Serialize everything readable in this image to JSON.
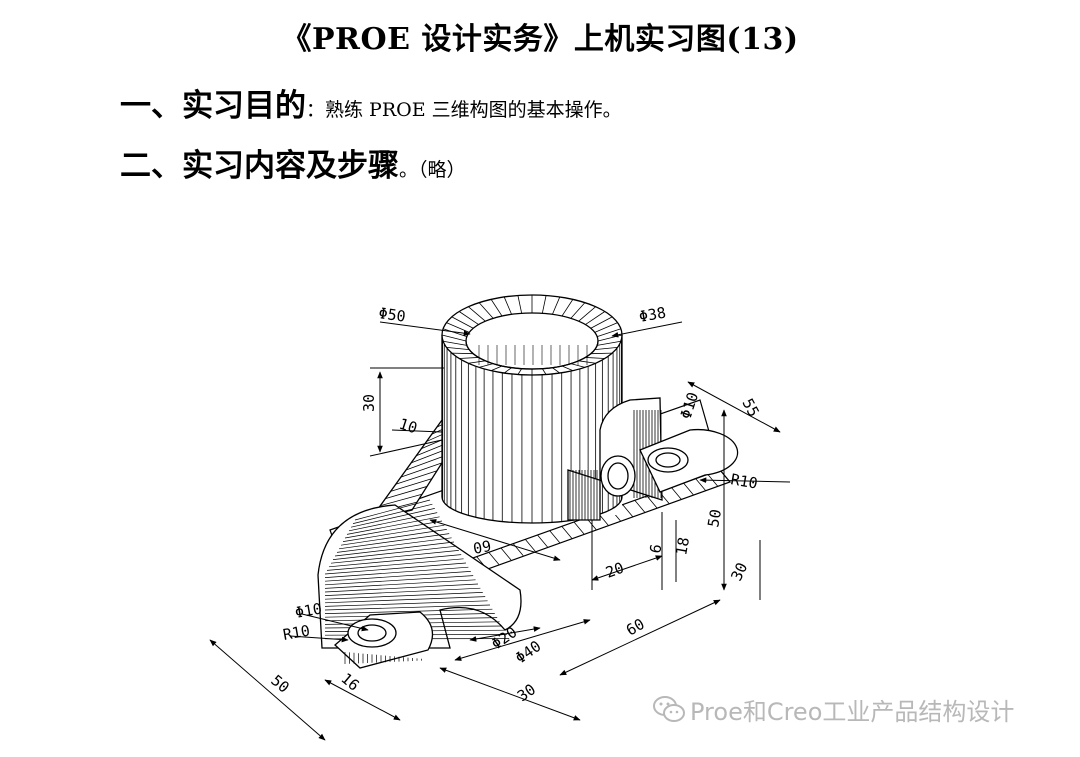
{
  "document": {
    "title": "《PROE 设计实务》上机实习图(13)",
    "sections": [
      {
        "heading": "一、实习目的",
        "text": "：熟练 PROE 三维构图的基本操作。"
      },
      {
        "heading": "二、实习内容及步骤",
        "text": "。（略）"
      }
    ]
  },
  "drawing": {
    "dimensions": {
      "cyl_outer": "Φ50",
      "cyl_inner": "Φ38",
      "boss_hole": "Φ10",
      "width_55": "55",
      "radius_right": "R10",
      "height_30": "30",
      "rib_10": "10",
      "depth_60": "60",
      "height_50": "50",
      "dim_20": "20",
      "dim_6": "6",
      "dim_18": "18",
      "dim_30_right": "30",
      "front_hole": "Φ10",
      "radius_front": "R10",
      "arch_inner": "Φ20",
      "arch_outer": "Φ40",
      "len_60": "60",
      "len_50": "50",
      "dim_16": "16",
      "dim_30_bottom": "30"
    }
  },
  "watermark": {
    "text": "Proe和Creo工业产品结构设计"
  }
}
